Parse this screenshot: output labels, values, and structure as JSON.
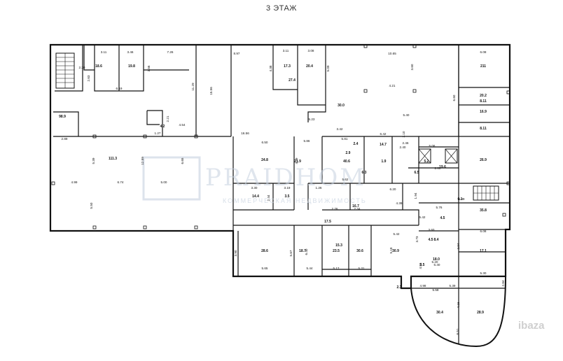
{
  "title": "3 ЭТАЖ",
  "watermark": {
    "brand": "PRAIDHOM",
    "tagline": "КОММЕРЧЕСКАЯ НЕДВИЖИМОСТЬ",
    "site": "ibaza"
  },
  "dimensions": [
    "3.11",
    "3.46",
    "7.26",
    "8.97",
    "3.11",
    "3.08",
    "10.65",
    "6.08",
    "2.20",
    "2.63",
    "6.19",
    "3.56",
    "11.29",
    "15.56",
    "4.38",
    "5.09",
    "4.21",
    "6.60",
    "3.60",
    "5.23",
    "2.21",
    "4.54",
    "1.27",
    "16.56",
    "6.50",
    "5.86",
    "3.42",
    "5.81",
    "6.42",
    "5.40",
    "2.89",
    "5.39",
    "6.74",
    "5.00",
    "12.59",
    "3.30",
    "3.19",
    "2.44",
    "1.26",
    "4.29",
    "2.76",
    "2.34",
    "1.94",
    "6.20",
    "5.62",
    "4.39",
    "5.76",
    "4.99",
    "5.50",
    "6.65",
    "2.10",
    "3.60",
    "5.42",
    "5.06",
    "2.00",
    "3.90",
    "5.17",
    "5.31",
    "5.18",
    "6.40",
    "5.44",
    "5.65",
    "5.67",
    "3.73",
    "6.08",
    "4.98",
    "2.94",
    "2.84",
    "5.30",
    "4.56",
    "6.40",
    "5.58",
    "5.39",
    "2.46",
    "2.40",
    "2.39",
    "5.42",
    "5.20",
    "4.16",
    "6.51"
  ],
  "rooms": [
    "18.6",
    "19.8",
    "27.4",
    "17.3",
    "20.4",
    "211",
    "20.2",
    "16.9",
    "8.11",
    "8.11",
    "26.9",
    "98.9",
    "111.3",
    "30.0",
    "24.8",
    "4.2",
    "14.4",
    "3.5",
    "21.9",
    "2.4",
    "40.6",
    "1.9",
    "2.9",
    "6.3",
    "17.5",
    "16.7",
    "28.6",
    "18.7",
    "23.5",
    "30.6",
    "30.9",
    "17.1",
    "15.3",
    "19.6",
    "5.2",
    "8.4",
    "4.5",
    "6.5",
    "14.7",
    "3.5",
    "18.0",
    "6.1",
    "4.5",
    "2.3",
    "30.4",
    "28.9",
    "35.8"
  ]
}
